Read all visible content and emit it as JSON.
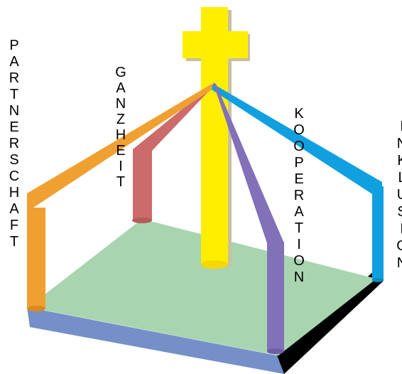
{
  "diagram": {
    "words": {
      "partnerschaft": "PARTNERSCHAFT",
      "ganzheit": "GANZHEIT",
      "kooperation": "KOOPERATION",
      "inklusion": "INKLUSION"
    },
    "colors": {
      "background": "#ffffff",
      "platform_top": "#a8d5b0",
      "platform_front": "#7590c8",
      "platform_side": "#000000",
      "cross": "#ffee00",
      "cross_shadow": "#c8c0a0",
      "partnerschaft_band": "#f0a030",
      "ganzheit_band": "#cc6b6b",
      "kooperation_band": "#8270b8",
      "inklusion_band": "#10a0e0"
    }
  }
}
